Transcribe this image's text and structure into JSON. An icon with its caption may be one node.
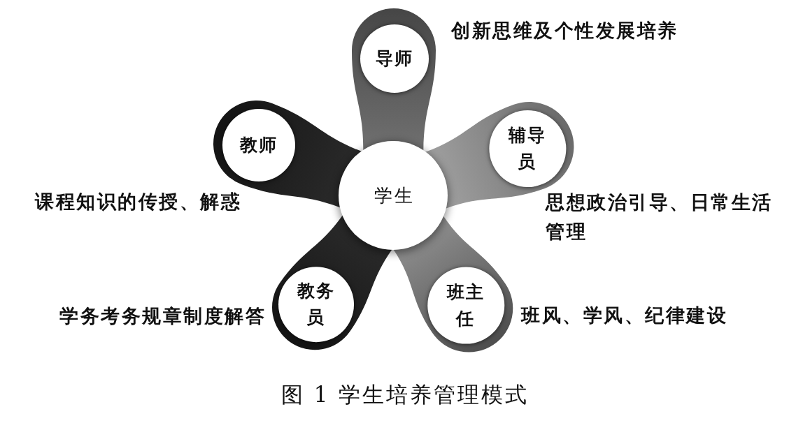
{
  "diagram": {
    "caption": "图 1 学生培养管理模式",
    "nodes": [
      {
        "text": [
          "导师"
        ],
        "beside": [
          "创新思维及个性发展培养"
        ]
      },
      {
        "text": [
          "教师"
        ],
        "beside": [
          "课程知识的传授、解惑"
        ]
      },
      {
        "text": [
          "辅导员"
        ],
        "beside": [
          "思想政治引导、日常生活管理"
        ]
      },
      {
        "text": [
          "学生"
        ]
      },
      {
        "text": [
          "教务员"
        ],
        "beside": [
          "学务考务规章制度解答"
        ]
      },
      {
        "text": [
          "班主任"
        ],
        "beside": [
          "班风、学风、纪律建设"
        ]
      }
    ]
  }
}
